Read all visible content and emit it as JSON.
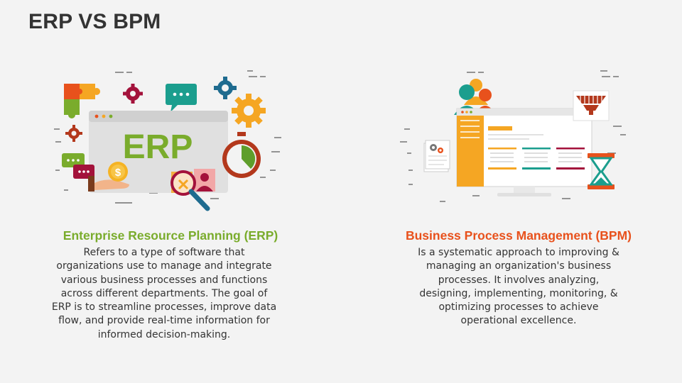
{
  "slide": {
    "title": "ERP VS BPM"
  },
  "erp": {
    "heading": "Enterprise Resource Planning (ERP)",
    "description": "Refers to a type of software that organizations use to manage and integrate various business processes and functions across different departments. The goal of ERP is to streamline processes, improve data flow, and provide real-time information for informed decision-making.",
    "illustration": {
      "screen_label": "ERP",
      "coin_symbol": "$",
      "icons": [
        "puzzle-icon",
        "gear-icon",
        "chat-bubble-icon",
        "stopwatch-icon",
        "magnifier-icon",
        "dollar-coin-icon",
        "user-card-icon"
      ]
    },
    "color": "#7aac2c"
  },
  "bpm": {
    "heading": "Business Process Management (BPM)",
    "description": "Is a systematic approach to improving & managing an organization's business processes. It involves analyzing, designing, implementing, monitoring, & optimizing processes to achieve operational excellence.",
    "illustration": {
      "icons": [
        "team-users-icon",
        "monitor-dashboard-icon",
        "funnel-chart-icon",
        "hourglass-icon",
        "document-gears-icon"
      ]
    },
    "color": "#e8511c"
  }
}
